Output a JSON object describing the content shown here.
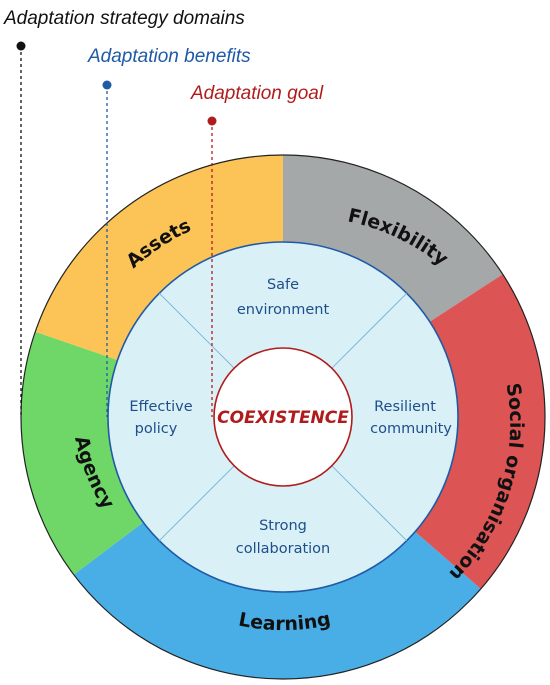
{
  "legend": {
    "domains": "Adaptation strategy domains",
    "benefits": "Adaptation benefits",
    "goal": "Adaptation goal"
  },
  "goal_label": "COEXISTENCE",
  "domains": [
    {
      "label": "Flexibility",
      "color": "#a5a8a9"
    },
    {
      "label": "Social organisation",
      "color": "#dc5454"
    },
    {
      "label": "Learning",
      "color": "#4aaee6"
    },
    {
      "label": "Agency",
      "color": "#6ed768"
    },
    {
      "label": "Assets",
      "color": "#fcc356"
    }
  ],
  "benefits": [
    {
      "line1": "Safe",
      "line2": "environment"
    },
    {
      "line1": "Resilient",
      "line2": "community"
    },
    {
      "line1": "Strong",
      "line2": "collaboration"
    },
    {
      "line1": "Effective",
      "line2": "policy"
    }
  ],
  "colors": {
    "inner_fill": "#d9f1f6",
    "inner_stroke": "#1f5aa6",
    "goal_color": "#b01c1c",
    "benefit_text": "#1f4e8c",
    "domains_marker": "#111111",
    "benefits_marker": "#1f5aa6"
  }
}
